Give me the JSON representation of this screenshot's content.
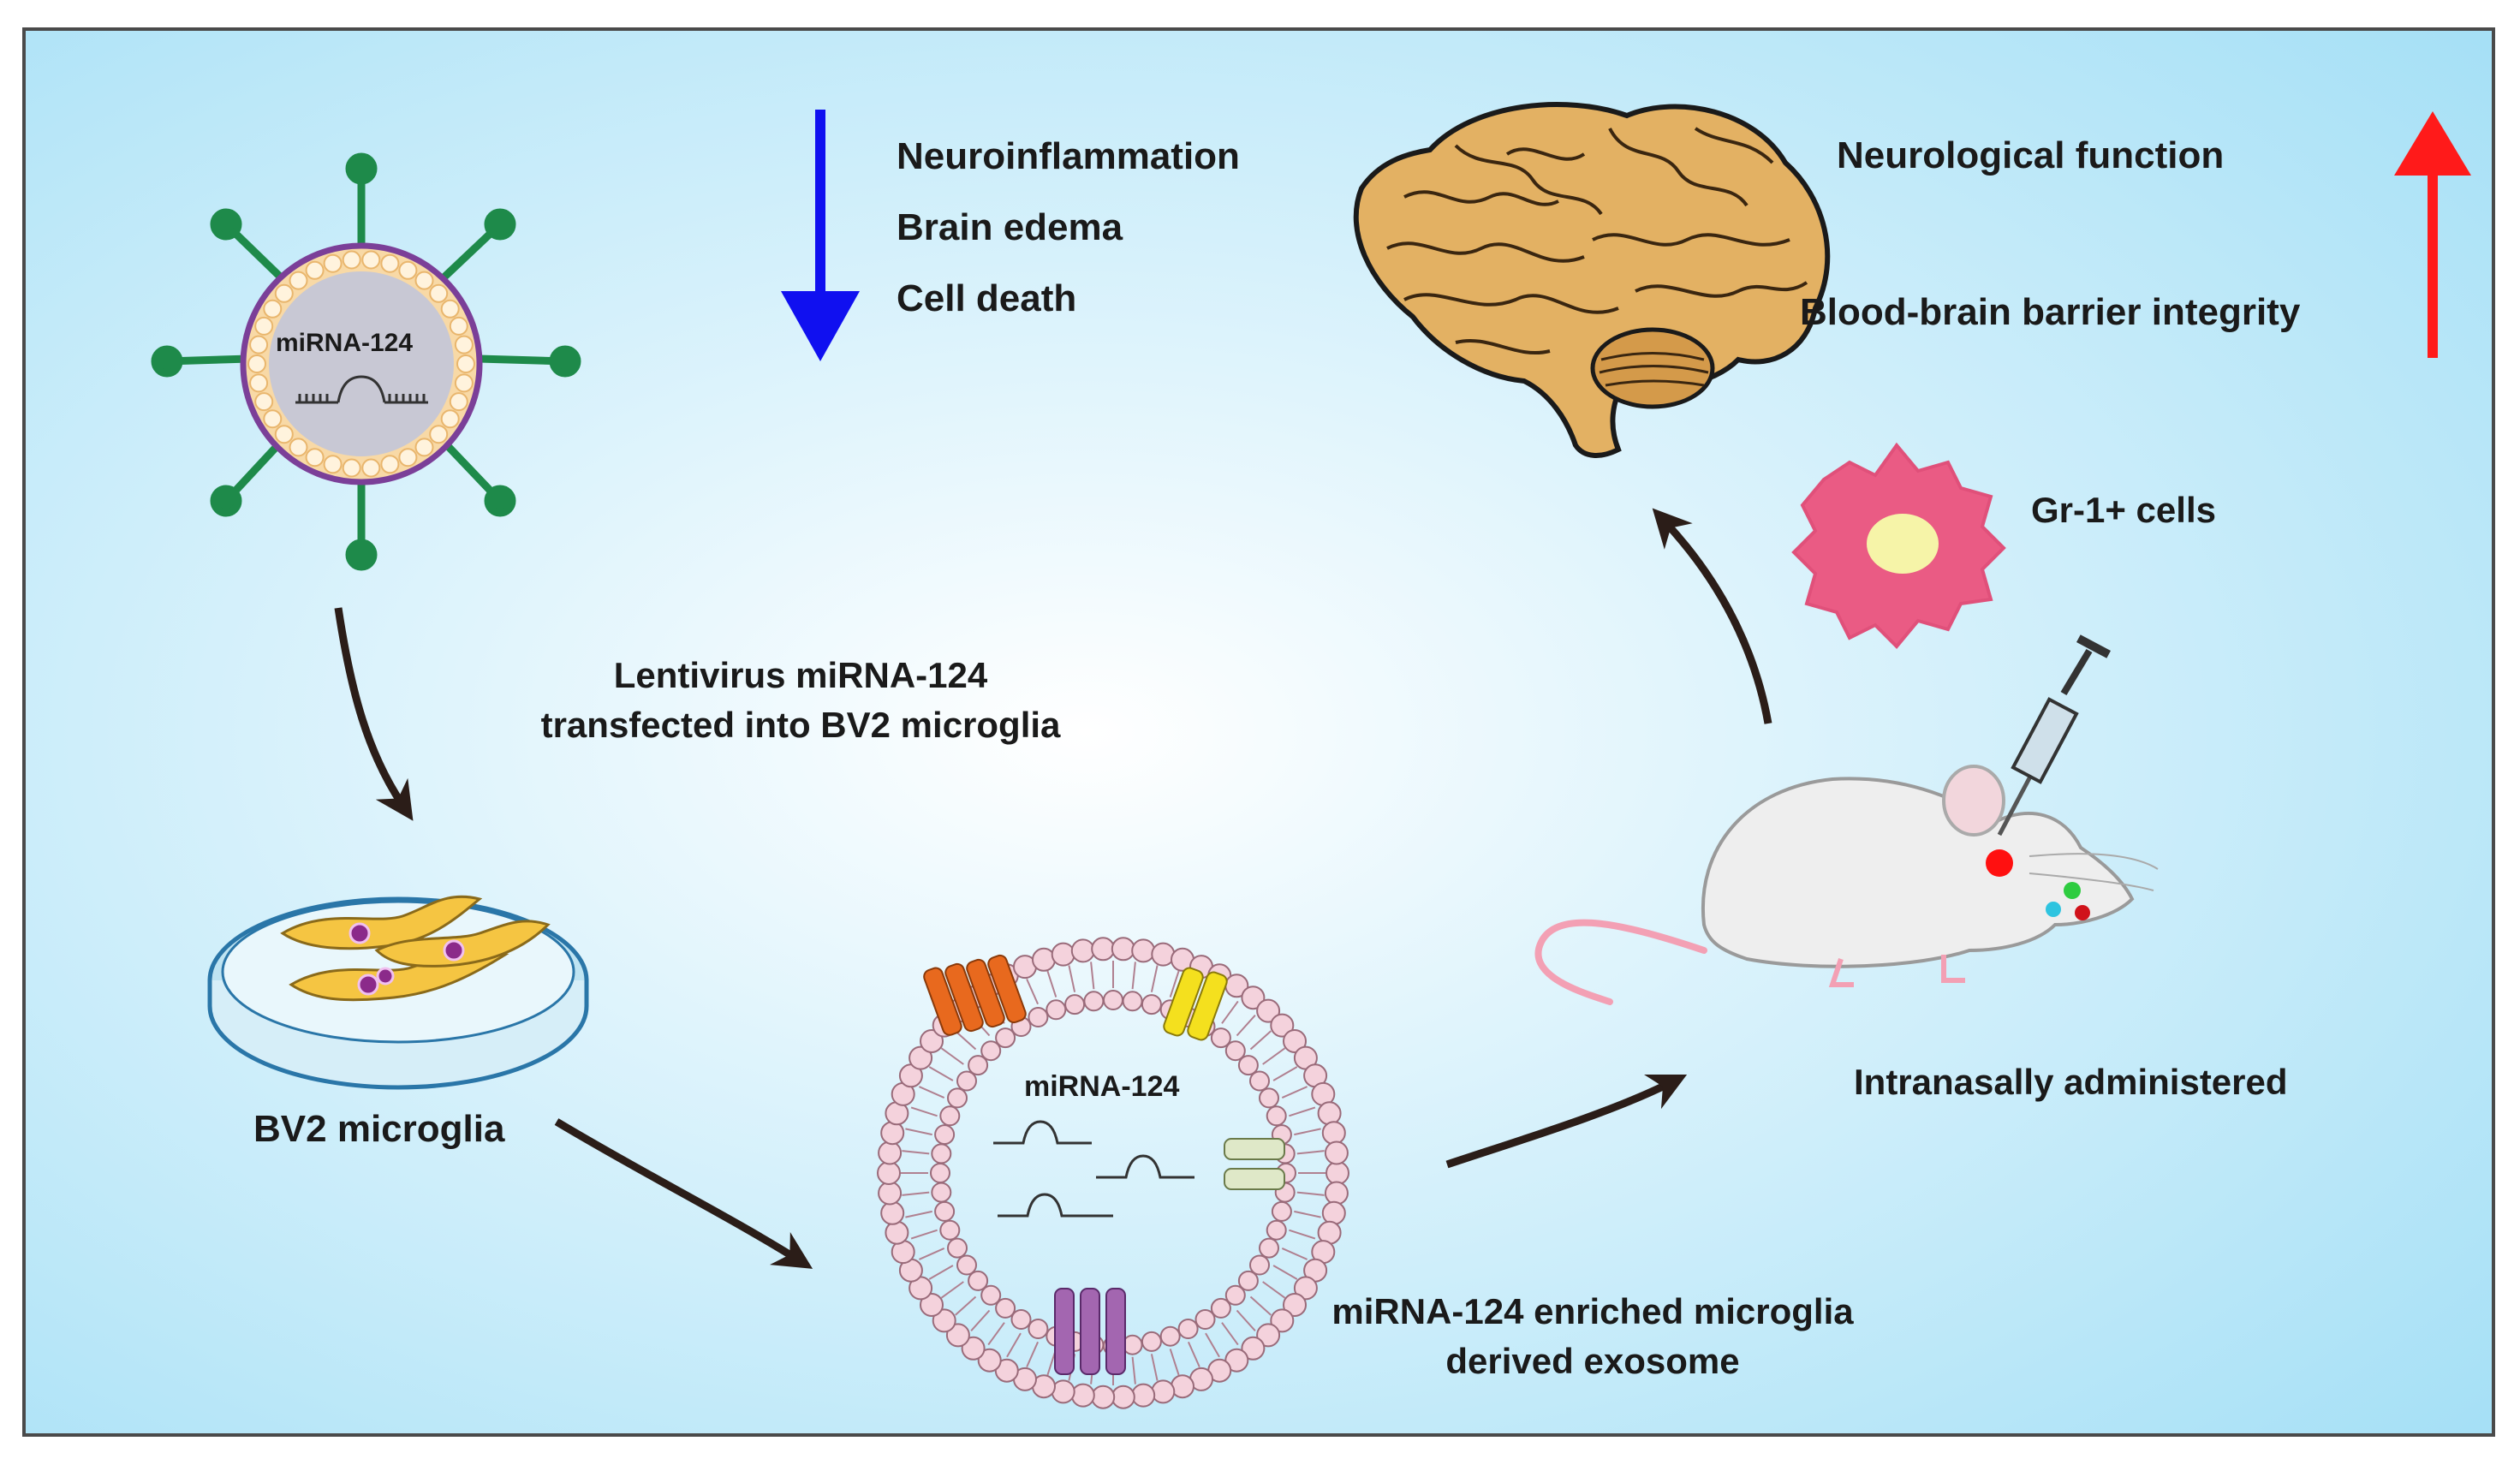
{
  "labels": {
    "virus_mirna": "miRNA-124",
    "lentivirus_line1": "Lentivirus miRNA-124",
    "lentivirus_line2": "transfected into BV2 microglia",
    "bv2": "BV2 microglia",
    "exo_mirna": "miRNA-124",
    "exosome_line1": "miRNA-124 enriched microglia",
    "exosome_line2": "derived exosome",
    "intranasal": "Intranasally administered",
    "gr1": "Gr-1+ cells",
    "decreased": [
      "Neuroinflammation",
      "Brain edema",
      "Cell death"
    ],
    "increased": [
      "Neurological function",
      "Blood-brain barrier integrity"
    ]
  },
  "colors": {
    "background_center": "#ffffff",
    "background_edge": "#a9e2f7",
    "down_arrow": "#1010f0",
    "up_arrow": "#ff1a1a",
    "brain": "#e3b163",
    "gr1_cell": "#ea5b84",
    "virus_spikes": "#1e8a4a",
    "flow_arrow": "#2b1d18"
  }
}
